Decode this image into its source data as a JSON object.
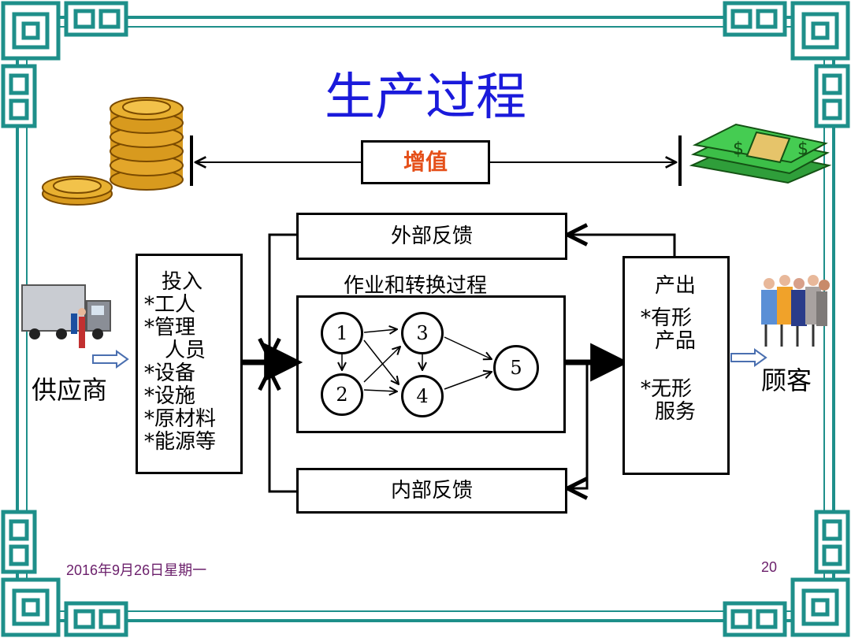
{
  "slide": {
    "title": "生产过程",
    "footer_date": "2016年9月26日星期一",
    "page_number": "20"
  },
  "colors": {
    "border": "#1e8f8a",
    "title": "#1a1adb",
    "value_added": "#e5501a",
    "footer": "#6b1f6b"
  },
  "value_added": {
    "label": "增值"
  },
  "supplier": {
    "label": "供应商"
  },
  "customer": {
    "label": "顾客"
  },
  "inputs": {
    "title": "投入",
    "items": [
      "*工人",
      "*管理",
      "人员",
      "*设备",
      "*设施",
      "*原材料",
      "*能源等"
    ]
  },
  "process": {
    "title": "作业和转换过程",
    "nodes": [
      "1",
      "2",
      "3",
      "4",
      "5"
    ]
  },
  "outputs": {
    "title": "产出",
    "items": [
      "*有形",
      "产品",
      "*无形",
      "服务"
    ]
  },
  "feedback": {
    "external": "外部反馈",
    "internal": "内部反馈"
  },
  "icons": [
    "coins-icon",
    "cash-stack-icon",
    "truck-icon",
    "people-group-icon"
  ]
}
